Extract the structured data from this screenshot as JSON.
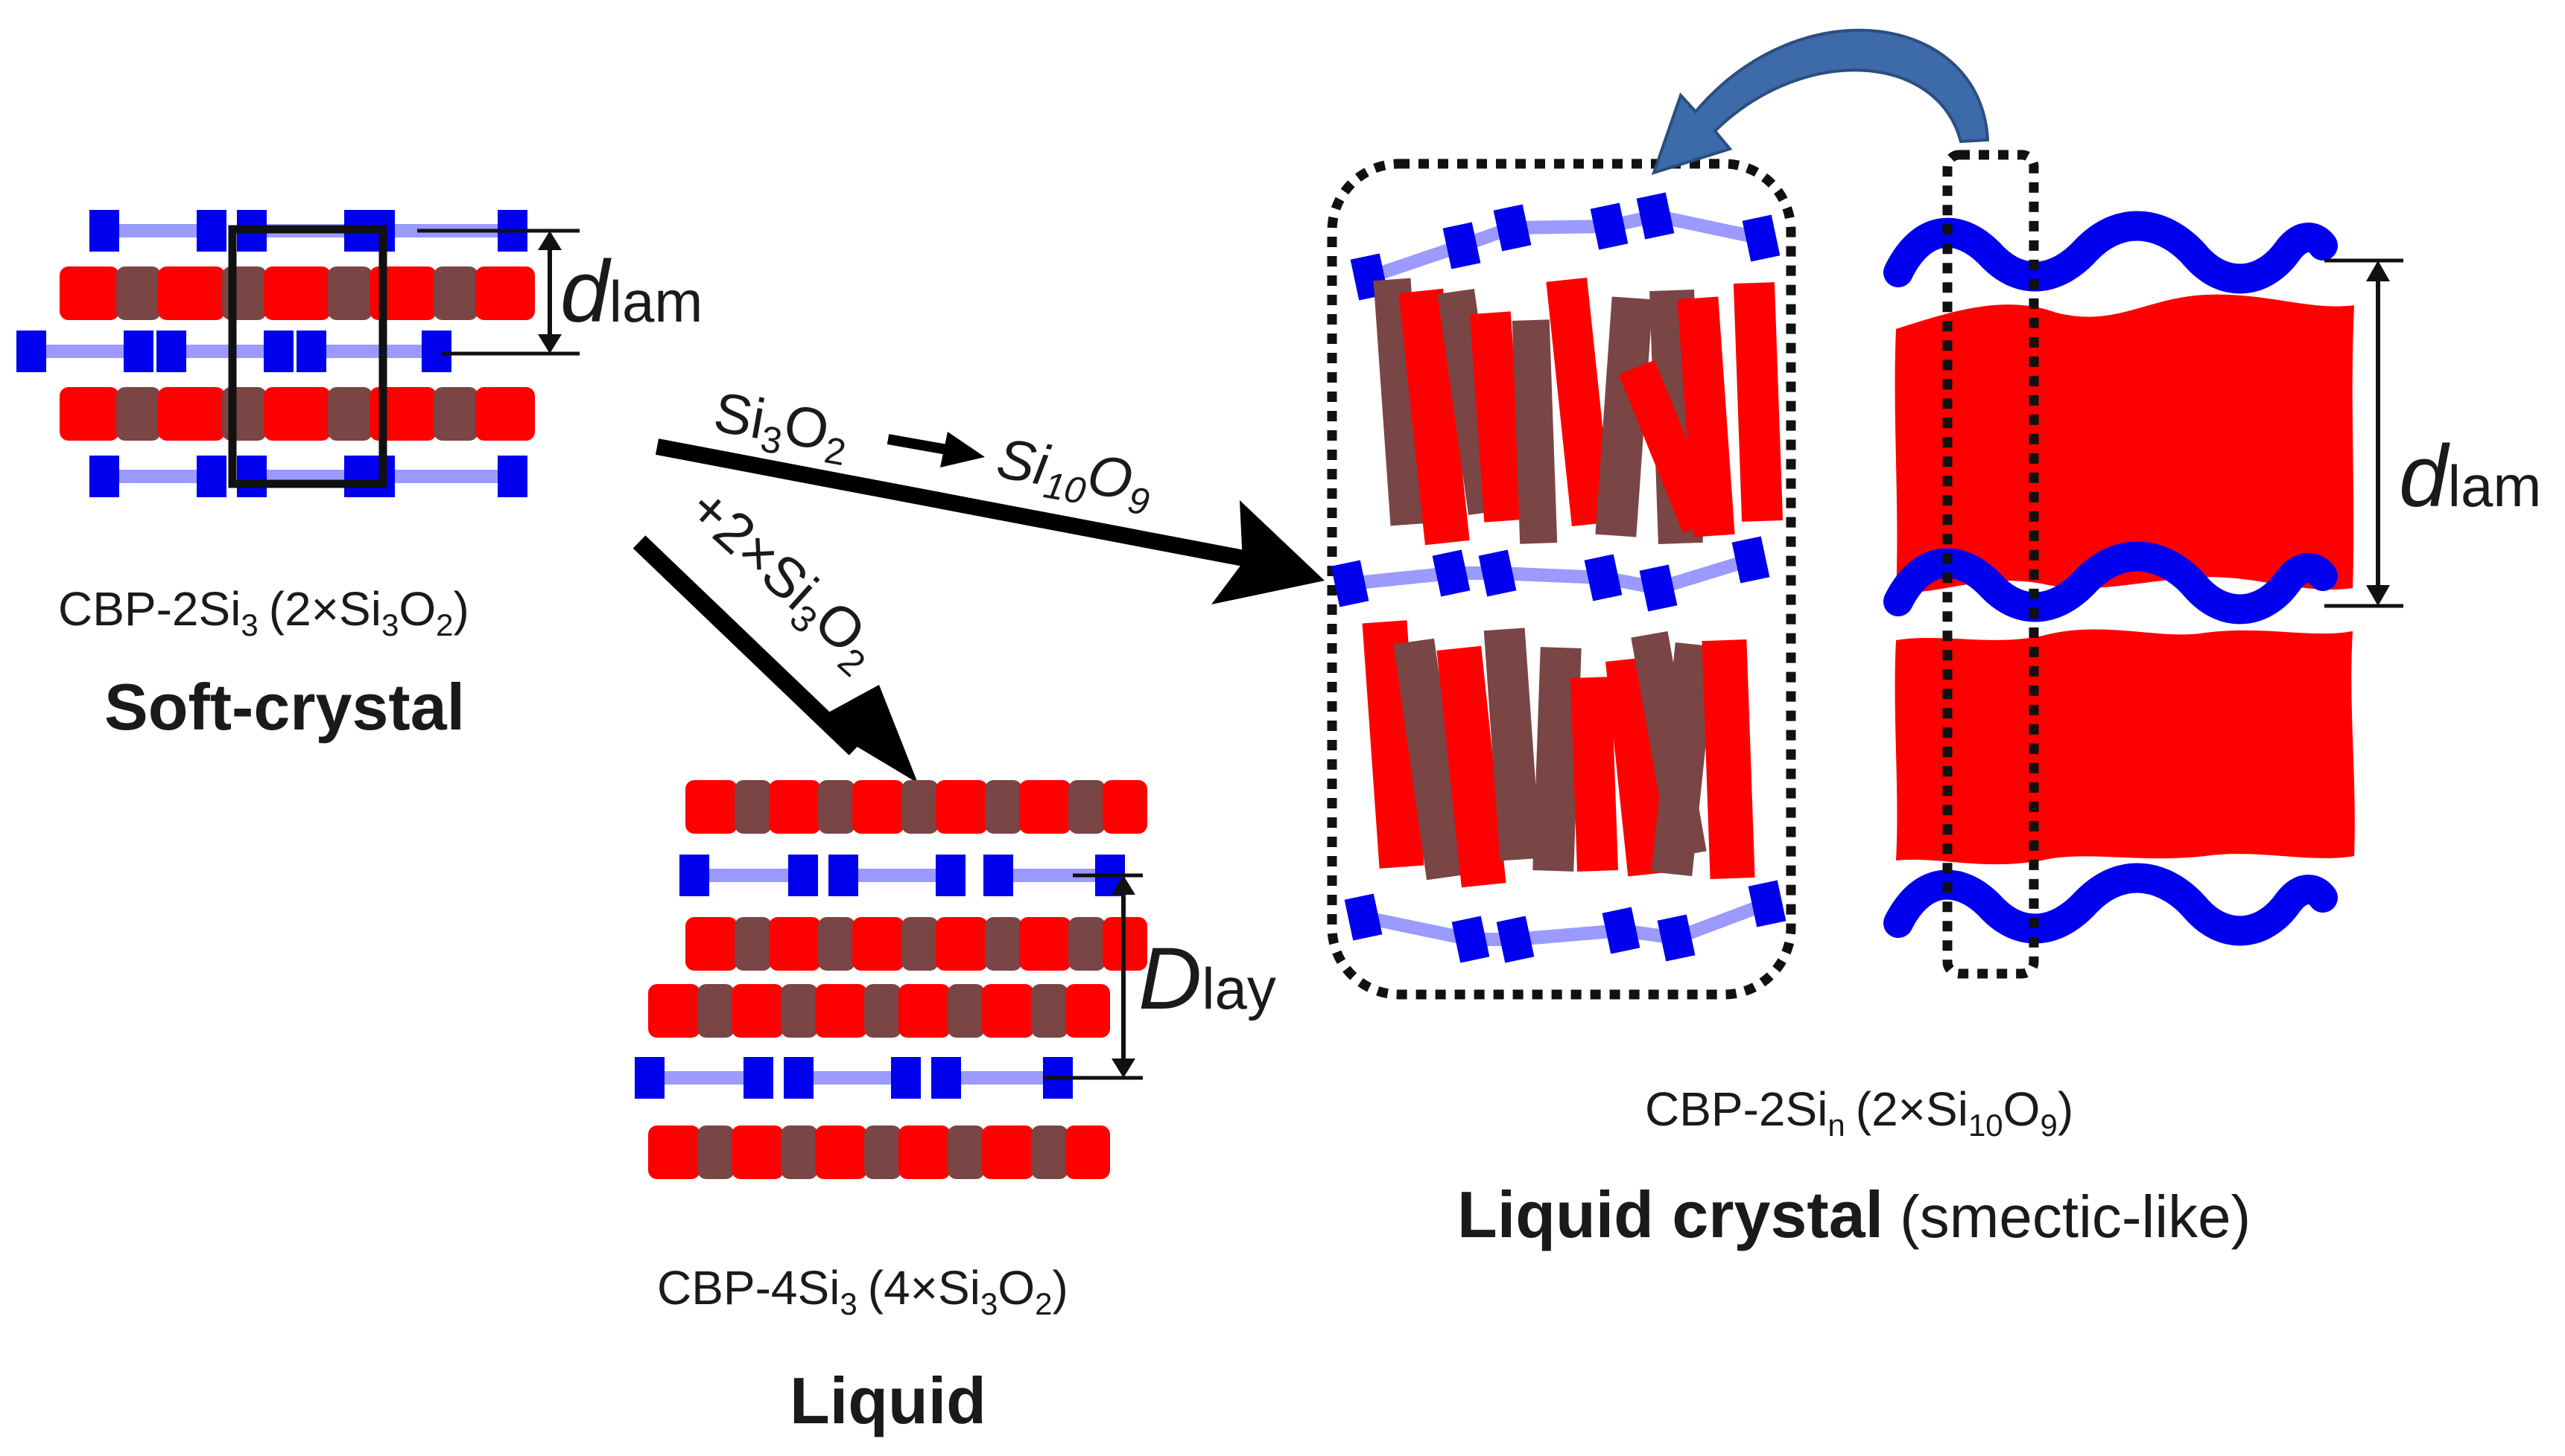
{
  "colors": {
    "core": "#ff0000",
    "core_dark": "#7a4545",
    "siloxane": "#0000ee",
    "linker": "#9a9aff",
    "arrow": "#000000",
    "curved_arrow": "#3d6aa8",
    "text": "#1a1a1a"
  },
  "soft_crystal": {
    "compound_base": "CBP-2Si",
    "compound_sub": "3",
    "formula_open": "(2×Si",
    "formula_sub1": "3",
    "formula_mid": "O",
    "formula_sub2": "2",
    "formula_close": ")",
    "state": "Soft-crystal",
    "spacing_symbol": "d",
    "spacing_sub": "lam"
  },
  "arrow_to_lc": {
    "from_base": "Si",
    "from_sub1": "3",
    "from_mid": "O",
    "from_sub2": "2",
    "to_base": "Si",
    "to_sub1": "10",
    "to_mid": "O",
    "to_sub2": "9"
  },
  "arrow_to_liquid": {
    "prefix": "+2×Si",
    "sub1": "3",
    "mid": "O",
    "sub2": "2"
  },
  "liquid": {
    "compound_base": "CBP-4Si",
    "compound_sub": "3",
    "formula_open": "(4×Si",
    "formula_sub1": "3",
    "formula_mid": "O",
    "formula_sub2": "2",
    "formula_close": ")",
    "state": "Liquid",
    "spacing_symbol": "D",
    "spacing_sub": "lay"
  },
  "liquid_crystal": {
    "compound_base": "CBP-2Si",
    "compound_sub": "n",
    "formula_open": "(2×Si",
    "formula_sub1": "10",
    "formula_mid": "O",
    "formula_sub2": "9",
    "formula_close": ")",
    "state_bold": "Liquid crystal",
    "state_note": "(smectic-like)",
    "spacing_symbol": "d",
    "spacing_sub": "lam"
  }
}
